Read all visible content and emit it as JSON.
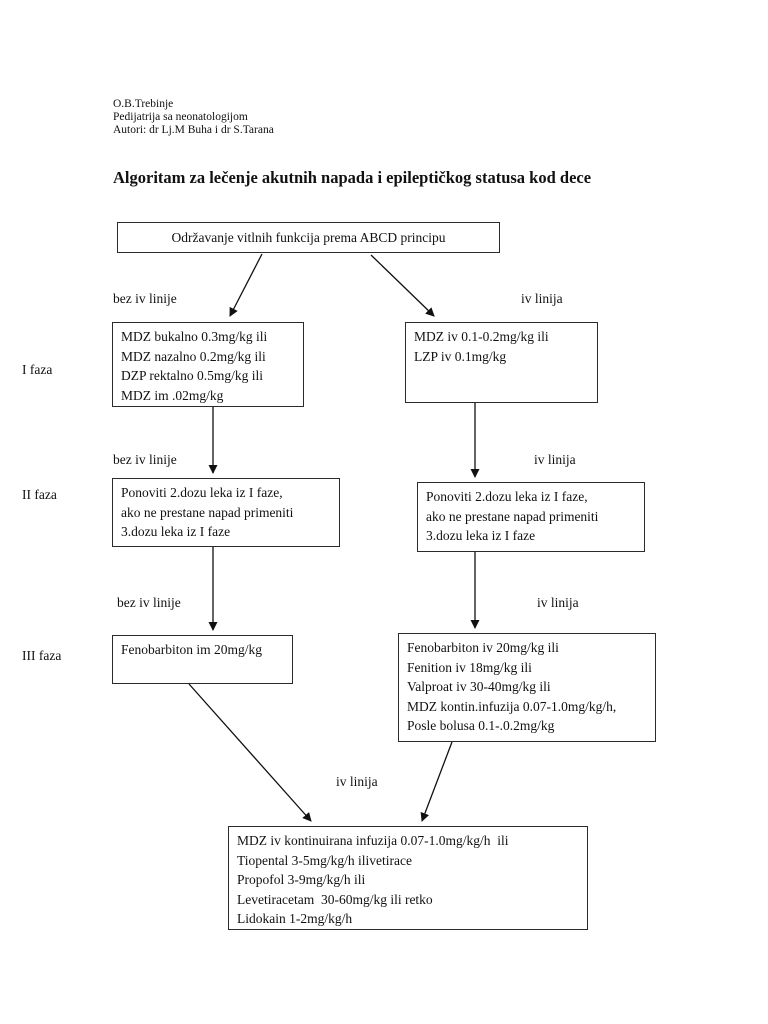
{
  "header": {
    "org": "O.B.Trebinje",
    "department": "Pedijatrija sa neonatologijom",
    "authors": "Autori: dr Lj.M Buha i dr S.Tarana"
  },
  "title": "Algoritam za lečenje akutnih napada i epileptičkog statusa kod dece",
  "phase_labels": {
    "phase1": "I faza",
    "phase2": "II faza",
    "phase3": "III faza"
  },
  "edge_labels": {
    "row1_left": "bez iv linije",
    "row1_right": "iv linija",
    "row2_left": "bez iv linije",
    "row2_right": "iv linija",
    "row3_left": "bez iv linije",
    "row3_right": "iv linija",
    "bottom": "iv linija"
  },
  "boxes": {
    "abcd": {
      "text": "Održavanje vitlnih funkcija prema ABCD principu"
    },
    "phase1_no_iv": {
      "lines": [
        "MDZ bukalno 0.3mg/kg ili",
        "MDZ nazalno 0.2mg/kg ili",
        "DZP rektalno 0.5mg/kg ili",
        "MDZ im .02mg/kg"
      ]
    },
    "phase1_iv": {
      "lines": [
        "MDZ iv 0.1-0.2mg/kg ili",
        "LZP iv 0.1mg/kg"
      ]
    },
    "phase2_no_iv": {
      "lines": [
        "Ponoviti 2.dozu leka iz I faze,",
        "ako ne prestane napad primeniti",
        "3.dozu leka iz I faze"
      ]
    },
    "phase2_iv": {
      "lines": [
        "Ponoviti 2.dozu leka iz I faze,",
        "ako ne prestane napad primeniti",
        "3.dozu leka iz I faze"
      ]
    },
    "phase3_no_iv": {
      "lines": [
        "Fenobarbiton im 20mg/kg"
      ]
    },
    "phase3_iv": {
      "lines": [
        "Fenobarbiton iv 20mg/kg ili",
        "Fenition iv 18mg/kg ili",
        "Valproat iv 30-40mg/kg ili",
        "MDZ kontin.infuzija 0.07-1.0mg/kg/h,",
        "Posle bolusa 0.1-.0.2mg/kg"
      ]
    },
    "final_iv": {
      "lines": [
        "MDZ iv kontinuirana infuzija 0.07-1.0mg/kg/h  ili",
        "Tiopental 3-5mg/kg/h ilivetirace",
        "Propofol 3-9mg/kg/h ili",
        "Levetiracetam  30-60mg/kg ili retko",
        "Lidokain 1-2mg/kg/h"
      ]
    }
  },
  "colors": {
    "ink": "#111111",
    "box_border": "#2b2b2b",
    "background": "#ffffff"
  }
}
